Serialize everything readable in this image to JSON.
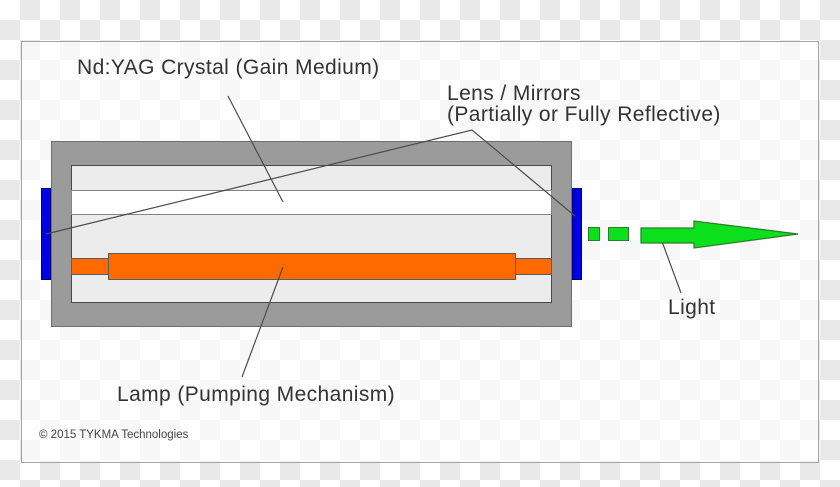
{
  "page": {
    "copyright": "© 2015 TYKMA Technologies"
  },
  "diagram": {
    "labels": {
      "crystal": "Nd:YAG Crystal (Gain Medium)",
      "mirrors_line1": "Lens / Mirrors",
      "mirrors_line2": "(Partially or Fully Reflective)",
      "lamp": "Lamp (Pumping Mechanism)",
      "light": "Light"
    },
    "colors": {
      "housing_gray": "#9b9b9b",
      "cavity_gray": "#ececec",
      "crystal_white": "#ffffff",
      "lamp_orange": "#ff6a00",
      "mirror_blue": "#0000e0",
      "beam_green": "#0ce01c",
      "label_text": "#333333",
      "leader_line": "#4d4d4d",
      "checker_gray": "#e9e9e9"
    }
  }
}
